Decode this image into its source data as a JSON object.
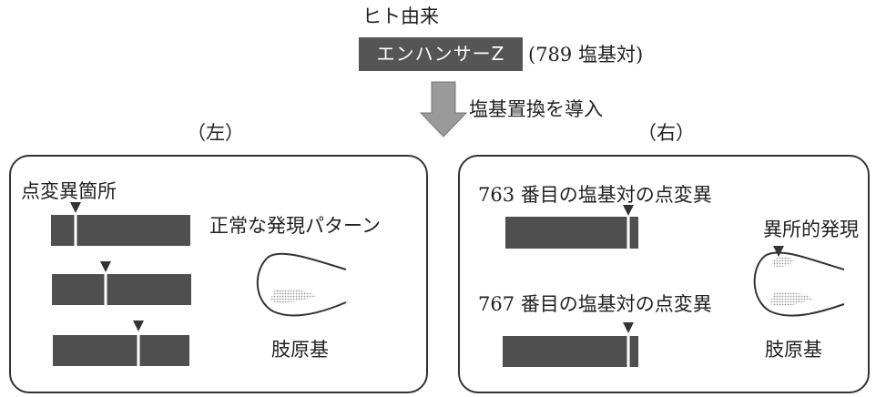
{
  "header": {
    "origin_label": "ヒト由来",
    "enhancer_name": "エンハンサーZ",
    "enhancer_size": "(789 塩基対)",
    "arrow_label": "塩基置換を導入"
  },
  "left_panel": {
    "title": "（左）",
    "mutation_label": "点変異箇所",
    "pattern_label": "正常な発現パターン",
    "bud_label": "肢原基"
  },
  "right_panel": {
    "title": "（右）",
    "mutation_763_label": "763 番目の塩基対の点変異",
    "mutation_767_label": "767 番目の塩基対の点変異",
    "ectopic_label": "異所的発現",
    "bud_label": "肢原基"
  },
  "colors": {
    "bar": "#4f4f4f",
    "mutation_line": "#ffffff",
    "arrow_fill": "#9a9a9a",
    "expression_fill": "#c8c8c8"
  }
}
